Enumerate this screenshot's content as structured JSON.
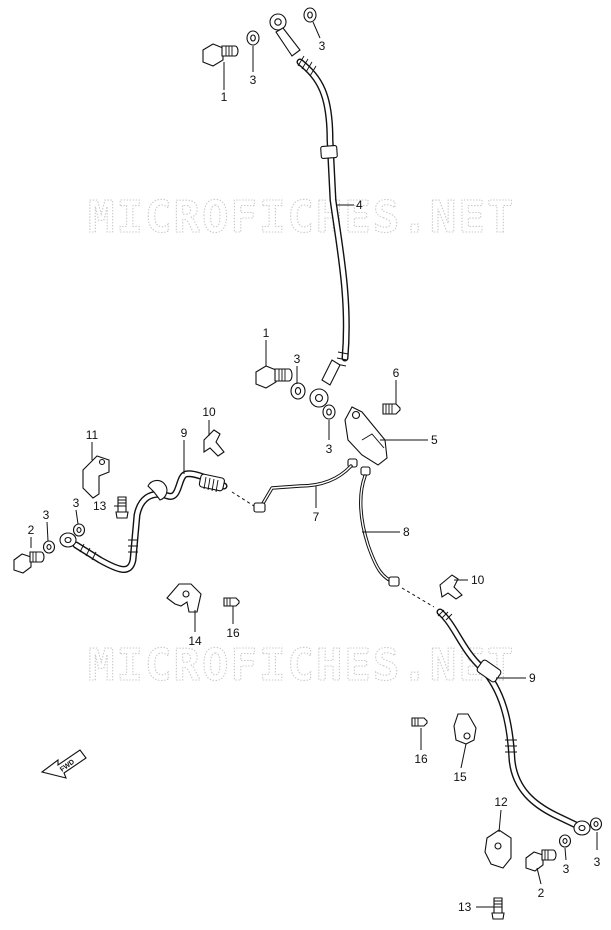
{
  "watermarks": [
    "MICROFICHES.NET",
    "MICROFICHES.NET"
  ],
  "direction_marker": "FWD",
  "callouts": [
    {
      "id": "c1a",
      "label": "1"
    },
    {
      "id": "c3a",
      "label": "3"
    },
    {
      "id": "c3b",
      "label": "3"
    },
    {
      "id": "c4",
      "label": "4"
    },
    {
      "id": "c1b",
      "label": "1"
    },
    {
      "id": "c3c",
      "label": "3"
    },
    {
      "id": "c3d",
      "label": "3"
    },
    {
      "id": "c6",
      "label": "6"
    },
    {
      "id": "c5",
      "label": "5"
    },
    {
      "id": "c10a",
      "label": "10"
    },
    {
      "id": "c9a",
      "label": "9"
    },
    {
      "id": "c11",
      "label": "11"
    },
    {
      "id": "c3e",
      "label": "3"
    },
    {
      "id": "c3f",
      "label": "3"
    },
    {
      "id": "c13a",
      "label": "13"
    },
    {
      "id": "c2a",
      "label": "2"
    },
    {
      "id": "c7",
      "label": "7"
    },
    {
      "id": "c8",
      "label": "8"
    },
    {
      "id": "c14",
      "label": "14"
    },
    {
      "id": "c16a",
      "label": "16"
    },
    {
      "id": "c10b",
      "label": "10"
    },
    {
      "id": "c9b",
      "label": "9"
    },
    {
      "id": "c16b",
      "label": "16"
    },
    {
      "id": "c15",
      "label": "15"
    },
    {
      "id": "c12",
      "label": "12"
    },
    {
      "id": "c3g",
      "label": "3"
    },
    {
      "id": "c3h",
      "label": "3"
    },
    {
      "id": "c2b",
      "label": "2"
    },
    {
      "id": "c13b",
      "label": "13"
    }
  ]
}
